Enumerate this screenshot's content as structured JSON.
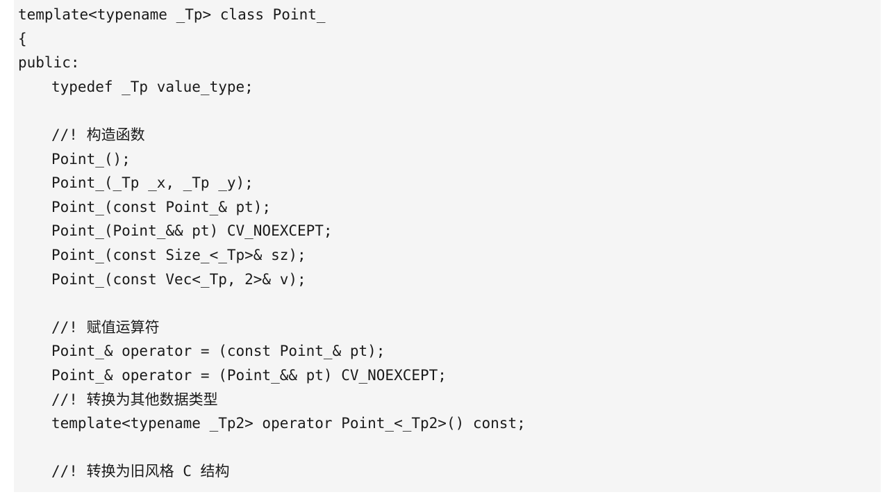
{
  "code": {
    "lines": [
      {
        "indent": 0,
        "text": "template<typename _Tp> class Point_"
      },
      {
        "indent": 0,
        "text": "{"
      },
      {
        "indent": 0,
        "text": "public:"
      },
      {
        "indent": 1,
        "text": "typedef _Tp value_type;"
      },
      {
        "indent": 0,
        "text": ""
      },
      {
        "indent": 1,
        "text": "//! 构造函数"
      },
      {
        "indent": 1,
        "text": "Point_();"
      },
      {
        "indent": 1,
        "text": "Point_(_Tp _x, _Tp _y);"
      },
      {
        "indent": 1,
        "text": "Point_(const Point_& pt);"
      },
      {
        "indent": 1,
        "text": "Point_(Point_&& pt) CV_NOEXCEPT;"
      },
      {
        "indent": 1,
        "text": "Point_(const Size_<_Tp>& sz);"
      },
      {
        "indent": 1,
        "text": "Point_(const Vec<_Tp, 2>& v);"
      },
      {
        "indent": 0,
        "text": ""
      },
      {
        "indent": 1,
        "text": "//! 赋值运算符"
      },
      {
        "indent": 1,
        "text": "Point_& operator = (const Point_& pt);"
      },
      {
        "indent": 1,
        "text": "Point_& operator = (Point_&& pt) CV_NOEXCEPT;"
      },
      {
        "indent": 1,
        "text": "//! 转换为其他数据类型"
      },
      {
        "indent": 1,
        "text": "template<typename _Tp2> operator Point_<_Tp2>() const;"
      },
      {
        "indent": 0,
        "text": ""
      },
      {
        "indent": 1,
        "text": "//! 转换为旧风格 C 结构"
      }
    ]
  }
}
